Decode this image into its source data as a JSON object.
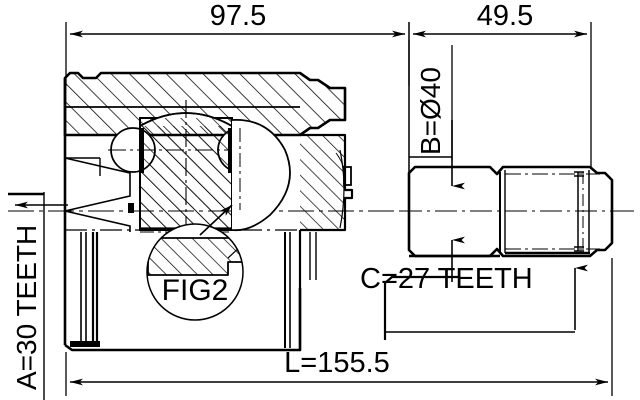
{
  "drawing": {
    "type": "cv-joint-inner-technical-drawing",
    "title": "FIG2",
    "line_color": "#000000",
    "background_color": "#ffffff"
  },
  "dimensions": {
    "top_left": {
      "label": "97.5",
      "value": 97.5,
      "unit": "mm"
    },
    "top_right": {
      "label": "49.5",
      "value": 49.5,
      "unit": "mm"
    },
    "overall_length": {
      "label": "L=155.5",
      "value": 155.5,
      "unit": "mm"
    },
    "diameter_b": {
      "label": "B=Ø40",
      "value": 40,
      "unit": "mm"
    },
    "spline_a": {
      "label": "A=30 TEETH",
      "teeth": 30
    },
    "spline_c": {
      "label": "C=27 TEETH",
      "teeth": 27
    },
    "detail_callout": {
      "label": "FIG2"
    }
  },
  "chart_data": {
    "type": "table",
    "title": "CV joint dimensions",
    "categories": [
      "97.5",
      "49.5",
      "L=155.5",
      "B=Ø40",
      "A=30 TEETH",
      "C=27 TEETH"
    ],
    "values": [
      97.5,
      49.5,
      155.5,
      40,
      30,
      27
    ]
  }
}
